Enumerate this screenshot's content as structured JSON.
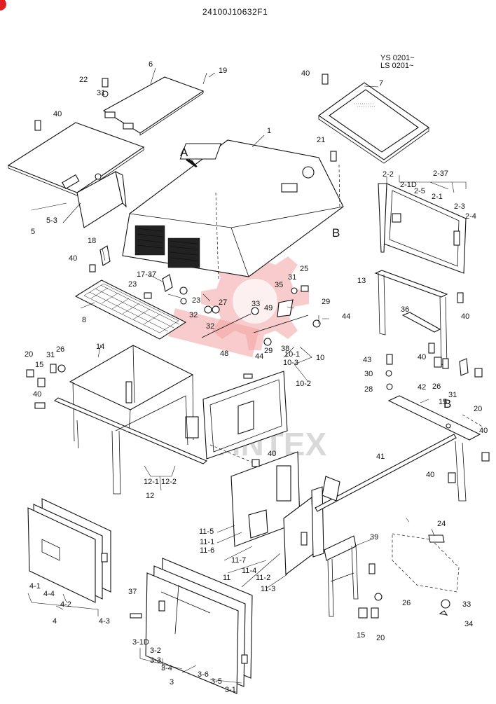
{
  "document": {
    "code": "24100J10632F1",
    "serial_note": [
      "YS 0201~",
      "LS 0201~"
    ],
    "watermark": "VINTEX",
    "view_markers": [
      "A",
      "B",
      "B"
    ]
  },
  "callouts": [
    "1",
    "2-1",
    "2-1D",
    "2-2",
    "2-3",
    "2-4",
    "2-5",
    "2-37",
    "3",
    "3-1",
    "3-1D",
    "3-2",
    "3-3",
    "3-4",
    "3-5",
    "3-6",
    "4",
    "4-1",
    "4-2",
    "4-3",
    "4-4",
    "5",
    "5-3",
    "6",
    "7",
    "8",
    "10",
    "10-1",
    "10-2",
    "10-3",
    "11",
    "11-1",
    "11-2",
    "11-3",
    "11-4",
    "11-5",
    "11-6",
    "11-7",
    "12",
    "12-1",
    "12-2",
    "13",
    "14",
    "15",
    "15",
    "15",
    "17-37",
    "18",
    "19",
    "20",
    "20",
    "20",
    "21",
    "22",
    "23",
    "23",
    "24",
    "25",
    "26",
    "26",
    "26",
    "27",
    "28",
    "29",
    "29",
    "30",
    "31",
    "31",
    "31",
    "31",
    "32",
    "32",
    "33",
    "33",
    "34",
    "35",
    "36",
    "37",
    "38",
    "39",
    "40",
    "40",
    "40",
    "40",
    "40",
    "40",
    "40",
    "40",
    "40",
    "41",
    "42",
    "43",
    "44",
    "44",
    "48",
    "49"
  ]
}
